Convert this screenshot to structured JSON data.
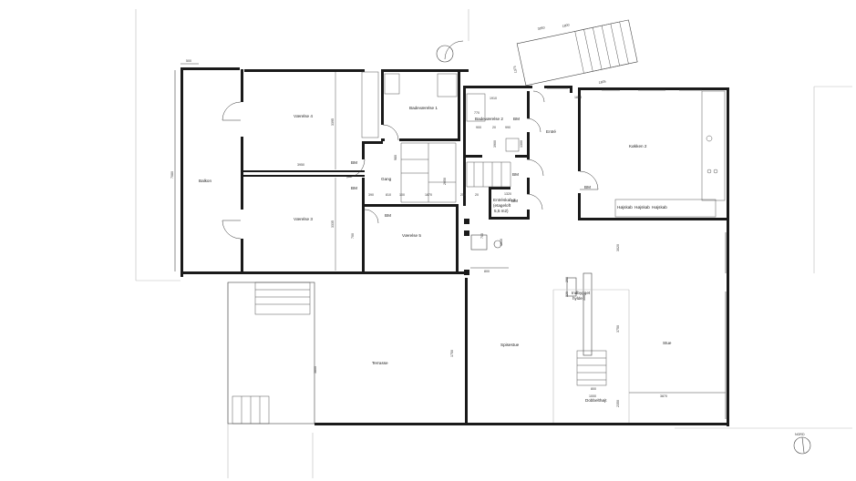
{
  "rooms": {
    "vaerelse4": "Værelse 4",
    "vaerelse3": "Værelse 3",
    "vaerelse5": "Værelse 5",
    "balkon": "Balkon",
    "badevaerelse1": "Badeværelse 1",
    "badevaerelse2": "Badeværelse 2",
    "gang": "Gang",
    "entre": "Entré",
    "entreskab2": "Entréskab 2",
    "lagerloft": "(etageloft",
    "lagerloft_area": "5,5 m2)",
    "kokken": "Køkken 2",
    "spisestue": "Spisestue",
    "stue": "Stue",
    "terrasse": "Terrasse",
    "indbygget1": "Indbygget",
    "indbygget2": "hylde",
    "dobbelthojt": "Dobbelthøjt"
  },
  "cabinets": [
    "Højskab",
    "Højskab",
    "Højskab"
  ],
  "wardrobes": {
    "bm": "BM"
  },
  "north": "NORD",
  "dimensions": {
    "d500": "500",
    "d7080": "7080",
    "d3395": "3395",
    "d3950": "3950",
    "d3335": "3335",
    "d700": "700",
    "d980": "980",
    "d390": "390",
    "d810": "810",
    "d100": "100",
    "d1870": "1870",
    "d2050": "2050",
    "d250": "250",
    "d1910": "1910",
    "d770": "770",
    "d900": "900",
    "d20": "20",
    "d3900": "3900",
    "d1300": "1300",
    "d1320": "1320",
    "d1610": "1610",
    "d800": "800",
    "d3020": "3020",
    "d3750": "3750",
    "d3870": "3870",
    "d2350": "2350",
    "d1750": "1750",
    "d3800": "3800",
    "d200": "200",
    "d1800": "1800",
    "d3050": "3050",
    "d1805": "1805",
    "d1375": "1375",
    "d1000": "1000",
    "d820": "820",
    "d990": "990",
    "d800b": "800",
    "d300": "300"
  }
}
